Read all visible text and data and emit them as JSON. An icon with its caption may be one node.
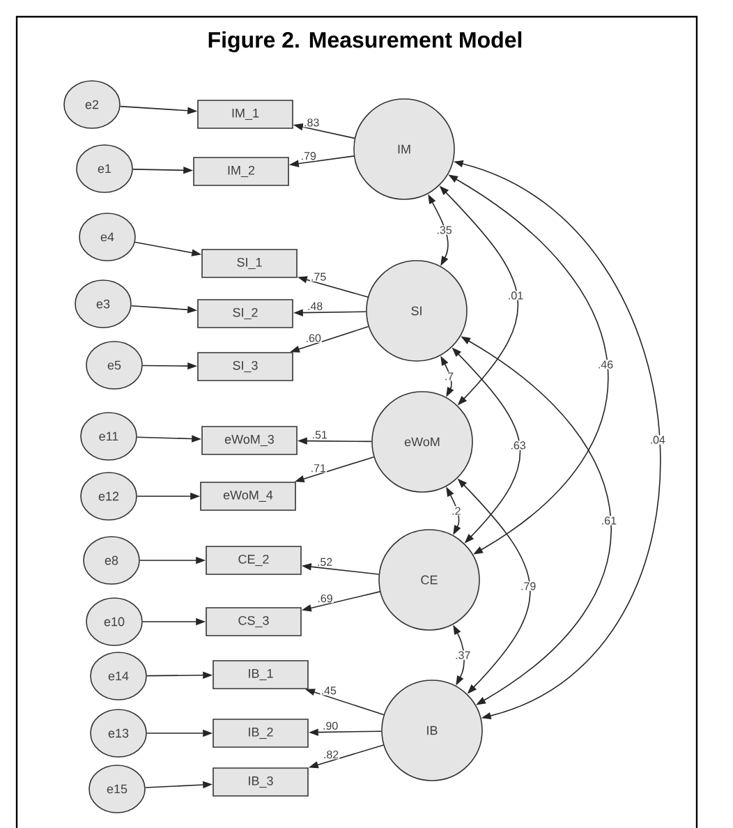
{
  "diagram": {
    "title": "Figure 2. Measurement Model",
    "nodes": [
      {
        "text": [
          "IM"
        ]
      },
      {
        "text": [
          "IM_1"
        ]
      },
      {
        "text": [
          "IM_2"
        ]
      },
      {
        "text": [
          "e2"
        ]
      },
      {
        "text": [
          "e1"
        ]
      },
      {
        "text": [
          "SI"
        ]
      },
      {
        "text": [
          "SI_1"
        ]
      },
      {
        "text": [
          "SI_2"
        ]
      },
      {
        "text": [
          "SI_3"
        ]
      },
      {
        "text": [
          "e4"
        ]
      },
      {
        "text": [
          "e3"
        ]
      },
      {
        "text": [
          "e5"
        ]
      },
      {
        "text": [
          "eWoM"
        ]
      },
      {
        "text": [
          "eWoM_3"
        ]
      },
      {
        "text": [
          "eWoM_4"
        ]
      },
      {
        "text": [
          "e11"
        ]
      },
      {
        "text": [
          "e12"
        ]
      },
      {
        "text": [
          "CE"
        ]
      },
      {
        "text": [
          "CE_2"
        ]
      },
      {
        "text": [
          "CS_3"
        ]
      },
      {
        "text": [
          "e8"
        ]
      },
      {
        "text": [
          "e10"
        ]
      },
      {
        "text": [
          "IB"
        ]
      },
      {
        "text": [
          "IB_1"
        ]
      },
      {
        "text": [
          "IB_2"
        ]
      },
      {
        "text": [
          "IB_3"
        ]
      },
      {
        "text": [
          "e14"
        ]
      },
      {
        "text": [
          "e13"
        ]
      },
      {
        "text": [
          "e15"
        ]
      }
    ],
    "edges": [
      {
        "from": 3,
        "to": 1,
        "arrow": "to"
      },
      {
        "from": 4,
        "to": 2,
        "arrow": "to"
      },
      {
        "from": 0,
        "to": 1,
        "arrow": "to",
        "label": ".83"
      },
      {
        "from": 0,
        "to": 2,
        "arrow": "to",
        "label": ".79"
      },
      {
        "from": 9,
        "to": 6,
        "arrow": "to"
      },
      {
        "from": 10,
        "to": 7,
        "arrow": "to"
      },
      {
        "from": 11,
        "to": 8,
        "arrow": "to"
      },
      {
        "from": 5,
        "to": 6,
        "arrow": "to",
        "label": ".75"
      },
      {
        "from": 5,
        "to": 7,
        "arrow": "to",
        "label": ".48"
      },
      {
        "from": 5,
        "to": 8,
        "arrow": "to",
        "label": ".60"
      },
      {
        "from": 15,
        "to": 13,
        "arrow": "to"
      },
      {
        "from": 16,
        "to": 14,
        "arrow": "to"
      },
      {
        "from": 12,
        "to": 13,
        "arrow": "to",
        "label": ".51"
      },
      {
        "from": 12,
        "to": 14,
        "arrow": "to",
        "label": ".71"
      },
      {
        "from": 20,
        "to": 18,
        "arrow": "to"
      },
      {
        "from": 21,
        "to": 19,
        "arrow": "to"
      },
      {
        "from": 17,
        "to": 18,
        "arrow": "to",
        "label": ".52"
      },
      {
        "from": 17,
        "to": 19,
        "arrow": "to",
        "label": ".69"
      },
      {
        "from": 26,
        "to": 23,
        "arrow": "to"
      },
      {
        "from": 27,
        "to": 24,
        "arrow": "to"
      },
      {
        "from": 28,
        "to": 25,
        "arrow": "to"
      },
      {
        "from": 22,
        "to": 23,
        "arrow": "to",
        "label": ".45"
      },
      {
        "from": 22,
        "to": 24,
        "arrow": "to",
        "label": ".90"
      },
      {
        "from": 22,
        "to": 25,
        "arrow": "to",
        "label": ".82"
      },
      {
        "from": 0,
        "to": 5,
        "arrow": "both",
        "label": ".35"
      },
      {
        "from": 0,
        "to": 12,
        "arrow": "both",
        "label": ".01"
      },
      {
        "from": 0,
        "to": 17,
        "arrow": "both",
        "label": ".46"
      },
      {
        "from": 0,
        "to": 22,
        "arrow": "both",
        "label": ".04"
      },
      {
        "from": 5,
        "to": 12,
        "arrow": "both",
        "label": ".7"
      },
      {
        "from": 5,
        "to": 17,
        "arrow": "both",
        "label": ".63"
      },
      {
        "from": 5,
        "to": 22,
        "arrow": "both",
        "label": ".61"
      },
      {
        "from": 12,
        "to": 17,
        "arrow": "both",
        "label": ".2"
      },
      {
        "from": 12,
        "to": 22,
        "arrow": "both",
        "label": ".79"
      },
      {
        "from": 17,
        "to": 22,
        "arrow": "both",
        "label": ".37"
      }
    ]
  }
}
